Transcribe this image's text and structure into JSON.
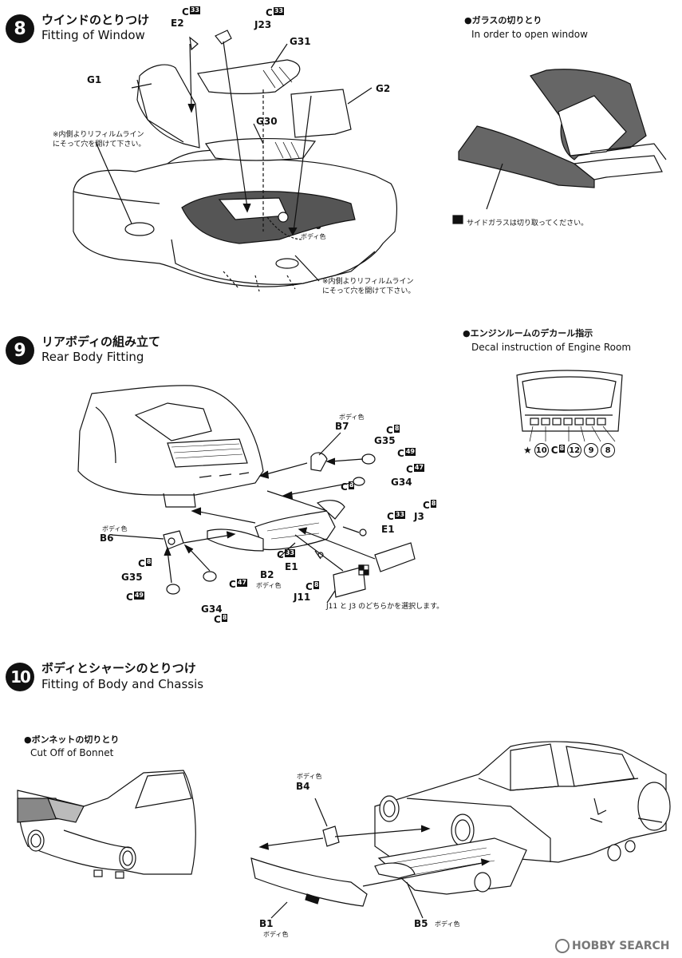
{
  "step8": {
    "number": "8",
    "title_jp": "ウインドのとりつけ",
    "title_en": "Fitting of Window",
    "note1": "※内側よりリフィルムライン\nにそって穴を開けて下さい。",
    "note2": "※内側よりリフィルムライン\nにそって穴を開けて下さい。",
    "labels": {
      "g1": "G1",
      "e2": "E2",
      "c33a": "33",
      "c33b": "33",
      "j23": "J23",
      "g31": "G31",
      "g2": "G2",
      "g30": "G30",
      "k46": "K46",
      "body_color": "ボディ色"
    },
    "c_letter": "C",
    "side_title_jp": "●ガラスの切りとり",
    "side_title_en": "In order to open window",
    "side_note": "サイドガラスは切り取ってください。"
  },
  "step9": {
    "number": "9",
    "title_jp": "リアボディの組み立て",
    "title_en": "Rear Body Fitting",
    "side_title_jp": "●エンジンルームのデカール指示",
    "side_title_en": "Decal instruction of Engine Room",
    "decal_nums": [
      "10",
      "12",
      "9",
      "8"
    ],
    "decal_c": "8",
    "labels": {
      "b7_sub": "ボディ色",
      "b7": "B7",
      "c8a": "8",
      "g35a": "G35",
      "c49a": "49",
      "c47a": "47",
      "c8b": "8",
      "g34a": "G34",
      "c8c": "8",
      "c33c": "33",
      "j3": "J3",
      "e1a": "E1",
      "b6_sub": "ボディ色",
      "b6": "B6",
      "c8d": "8",
      "g35b": "G35",
      "c49b": "49",
      "c33d": "33",
      "e1b": "E1",
      "b2": "B2",
      "b2_sub": "ボディ色",
      "c47b": "47",
      "c8e": "8",
      "j11": "J11",
      "g34b": "G34",
      "c8f": "8"
    },
    "select_note": "J11 と J3 のどちらかを選択します。"
  },
  "step10": {
    "number": "10",
    "title_jp": "ボディとシャーシのとりつけ",
    "title_en": "Fitting of Body and Chassis",
    "side_title_jp": "●ボンネットの切りとり",
    "side_title_en": "Cut Off of Bonnet",
    "labels": {
      "b4_sub": "ボディ色",
      "b4": "B4",
      "b1": "B1",
      "b1_sub": "ボディ色",
      "b5": "B5",
      "b5_sub": "ボディ色"
    }
  },
  "watermark": "HOBBY SEARCH"
}
